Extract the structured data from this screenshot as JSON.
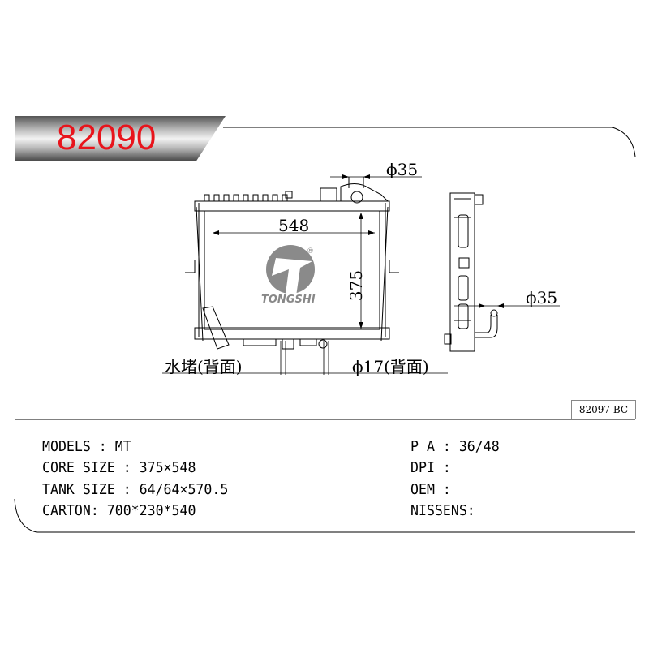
{
  "header": {
    "part_number": "82090"
  },
  "drawing": {
    "brand": "TONGSHI",
    "registered_mark": "®",
    "dim_width": "548",
    "dim_height": "375",
    "dim_inlet": "ϕ35",
    "dim_outlet": "ϕ35",
    "label_drain": "水堵(背面)",
    "label_fitting": "ϕ17(背面)"
  },
  "reference": "82097 BC",
  "specs_left": [
    "MODELS : MT",
    "CORE SIZE : 375×548",
    "TANK SIZE : 64/64×570.5",
    "CARTON: 700*230*540"
  ],
  "specs_right": [
    "P A : 36/48",
    "DPI :",
    "OEM :",
    "NISSENS:"
  ]
}
